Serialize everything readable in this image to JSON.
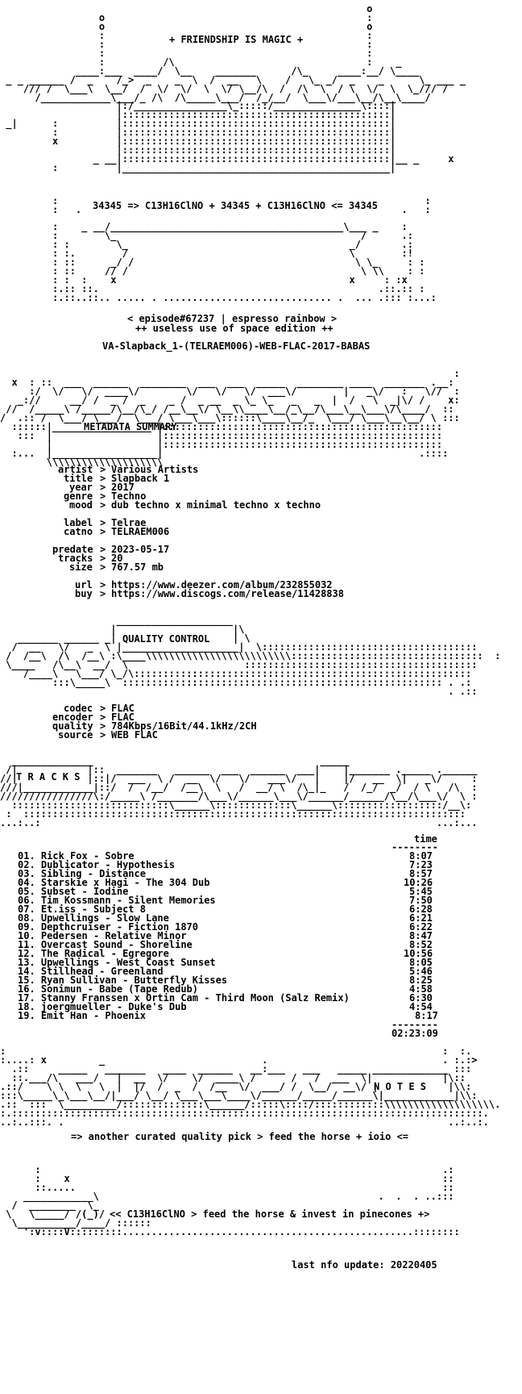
{
  "header": {
    "tagline": "+ FRIENDSHIP IS MAGIC +",
    "formula": "34345 => C13H16ClNO + 34345 + C13H16ClNO <= 34345",
    "episode": "< episode#67237 | espresso rainbow >",
    "edition": "++ useless use of space edition ++",
    "release_name": "VA-Slapback_1-(TELRAEM006)-WEB-FLAC-2017-BABAS"
  },
  "metadata": {
    "heading": "METADATA SUMMARY",
    "artist_label": "artist",
    "artist": "Various Artists",
    "title_label": "title",
    "title": "Slapback 1",
    "year_label": "year",
    "year": "2017",
    "genre_label": "genre",
    "genre": "Techno",
    "mood_label": "mood",
    "mood": "dub techno x minimal techno x techno",
    "label_label": "label",
    "label": "Telrae",
    "catno_label": "catno",
    "catno": "TELRAEM006",
    "predate_label": "predate",
    "predate": "2023-05-17",
    "tracks_label": "tracks",
    "tracks": "20",
    "size_label": "size",
    "size": "767.57 mb",
    "url_label": "url",
    "url": "https://www.deezer.com/album/232855032",
    "buy_label": "buy",
    "buy": "https://www.discogs.com/release/11428838"
  },
  "quality": {
    "heading": "QUALITY CONTROL",
    "codec_label": "codec",
    "codec": "FLAC",
    "encoder_label": "encoder",
    "encoder": "FLAC",
    "quality_label": "quality",
    "quality": "784Kbps/16Bit/44.1kHz/2CH",
    "source_label": "source",
    "source": "WEB FLAC"
  },
  "tracklist": {
    "heading": "T R A C K S",
    "time_header": "time",
    "tracks": [
      {
        "num": "01.",
        "name": "Rick Fox - Sobre",
        "time": "8:07"
      },
      {
        "num": "02.",
        "name": "Dublicator - Hypothesis",
        "time": "7:23"
      },
      {
        "num": "03.",
        "name": "Sibling - Distance",
        "time": "8:57"
      },
      {
        "num": "04.",
        "name": "Starskie x Hagi - The 304 Dub",
        "time": "10:26"
      },
      {
        "num": "05.",
        "name": "Subset - Iodine",
        "time": "5:45"
      },
      {
        "num": "06.",
        "name": "Tim Kossmann - Silent Memories",
        "time": "7:50"
      },
      {
        "num": "07.",
        "name": "Et.iss - Subject 8",
        "time": "6:28"
      },
      {
        "num": "08.",
        "name": "Upwellings - Slow Lane",
        "time": "6:21"
      },
      {
        "num": "09.",
        "name": "Depthcruiser - Fiction 1870",
        "time": "6:22"
      },
      {
        "num": "10.",
        "name": "Pedersen - Relative Minor",
        "time": "8:47"
      },
      {
        "num": "11.",
        "name": "Overcast Sound - Shoreline",
        "time": "8:52"
      },
      {
        "num": "12.",
        "name": "The Radical - Egregore",
        "time": "10:56"
      },
      {
        "num": "13.",
        "name": "Upwellings - West Coast Sunset",
        "time": "8:05"
      },
      {
        "num": "14.",
        "name": "Stillhead - Greenland",
        "time": "5:46"
      },
      {
        "num": "15.",
        "name": "Ryan Sullivan - Butterfly Kisses",
        "time": "8:25"
      },
      {
        "num": "16.",
        "name": "Sonimun - Babe (Tape Redub)",
        "time": "4:58"
      },
      {
        "num": "17.",
        "name": "Stanny Franssen x Ortin Cam - Third Moon (Salz Remix)",
        "time": "6:30"
      },
      {
        "num": "18.",
        "name": "joergmueller - Duke's Dub",
        "time": "4:54"
      },
      {
        "num": "19.",
        "name": "Emit Han - Phoenix",
        "time": "8:17"
      }
    ],
    "total_time": "02:23:09"
  },
  "notes": {
    "heading": "N O T E S",
    "message": "=> another curated quality pick > feed the horse + ioio <="
  },
  "footer": {
    "slogan": "<< C13H16ClNO > feed the horse & invest in pinecones +>",
    "last_update": "last nfo update: 20220405"
  }
}
